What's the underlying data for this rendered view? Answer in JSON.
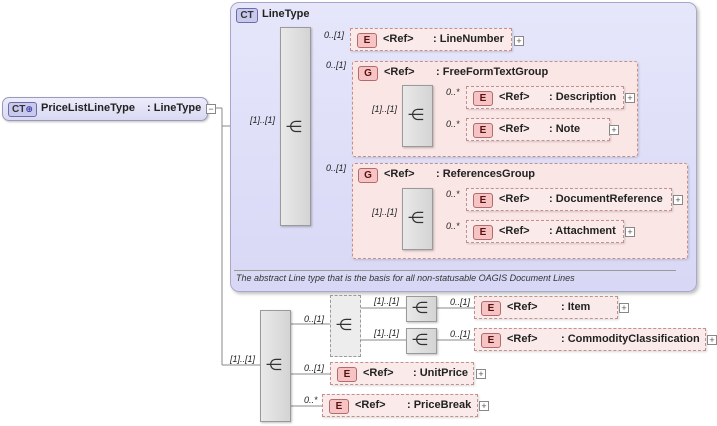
{
  "root": {
    "badge": "CT",
    "name": "PriceListLineType",
    "type": ": LineType"
  },
  "ct": {
    "badge": "CT",
    "name": "LineType",
    "doc": "The abstract Line type that is the basis for all non-statusable OAGIS Document Lines"
  },
  "badges": {
    "element": "E",
    "group": "G"
  },
  "ref": "<Ref>",
  "elements": {
    "linenumber": {
      "name": ": LineNumber",
      "card": "0..[1]"
    },
    "description": {
      "name": ": Description",
      "card": "0..*"
    },
    "note": {
      "name": ": Note",
      "card": "0..*"
    },
    "documentreference": {
      "name": ": DocumentReference",
      "card": "0..*"
    },
    "attachment": {
      "name": ": Attachment",
      "card": "0..*"
    },
    "item": {
      "name": ": Item",
      "card": "0..[1]"
    },
    "commodity": {
      "name": ": CommodityClassification",
      "card": "0..[1]"
    },
    "unitprice": {
      "name": ": UnitPrice",
      "card": "0..[1]"
    },
    "pricebreak": {
      "name": ": PriceBreak",
      "card": "0..*"
    }
  },
  "groups": {
    "freeform": {
      "name": ": FreeFormTextGroup",
      "card": "0..[1]",
      "seq_card": "[1]..[1]"
    },
    "references": {
      "name": ": ReferencesGroup",
      "card": "0..[1]",
      "seq_card": "[1]..[1]"
    }
  },
  "cards": {
    "main_seq": "[1]..[1]",
    "lower_seq": "[1]..[1]",
    "choice": "0..[1]",
    "item_seq": "[1]..[1]",
    "commodity_seq": "[1]..[1]"
  }
}
